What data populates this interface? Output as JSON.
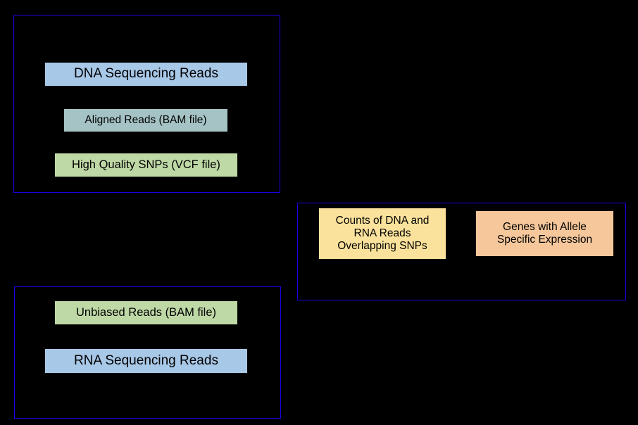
{
  "figure": {
    "background_color": "#000000",
    "panel_border_color": "#1a00e0",
    "text_color": "#000000"
  },
  "panels": [
    {
      "name": "dna-panel",
      "label": ""
    },
    {
      "name": "rna-panel",
      "label": ""
    },
    {
      "name": "ase-panel",
      "label": ""
    }
  ],
  "nodes": {
    "dna_sequencing_reads": {
      "label": "DNA Sequencing Reads",
      "color": "#a8c8e8"
    },
    "aligned_reads_bam": {
      "label": "Aligned Reads (BAM file)",
      "color": "#a5c3c5"
    },
    "high_quality_snps_vcf": {
      "label": "High Quality SNPs (VCF file)",
      "color": "#bfd9a6"
    },
    "unbiased_reads_bam": {
      "label": "Unbiased Reads (BAM file)",
      "color": "#bfd9a6"
    },
    "rna_sequencing_reads": {
      "label": "RNA Sequencing Reads",
      "color": "#a8c8e8"
    },
    "counts_overlapping_snps": {
      "label": "Counts of DNA and\nRNA Reads\nOverlapping SNPs",
      "color": "#fae29c"
    },
    "genes_allele_specific_expression": {
      "label": "Genes with Allele\nSpecific Expression",
      "color": "#f5c79a"
    }
  }
}
